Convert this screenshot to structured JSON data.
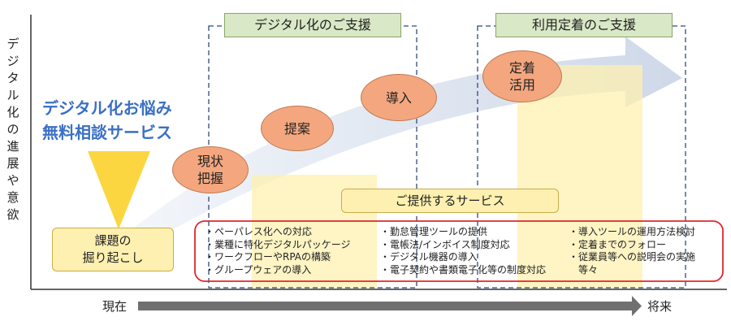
{
  "y_axis_label": [
    "デ",
    "ジ",
    "タ",
    "ル",
    "化",
    "の",
    "進",
    "展",
    "や",
    "意",
    "欲"
  ],
  "service_title": {
    "line1": "デジタル化お悩み",
    "line2": "無料相談サービス"
  },
  "sections": {
    "digital_support": "デジタル化のご支援",
    "adoption_support": "利用定着のご支援"
  },
  "stages": {
    "issue": {
      "line1": "課題の",
      "line2": "掘り起こし"
    },
    "grasp": "現状\n把握",
    "proposal": "提案",
    "introduction": "導入",
    "settle": "定着\n活用"
  },
  "services_header": "ご提供するサービス",
  "services": {
    "column1": [
      "・ペーパレス化への対応",
      "・業種に特化デジタルパッケージ",
      "・ワークフローやRPAの構築",
      "・グループウェアの導入"
    ],
    "column2": [
      "・勤怠管理ツールの提供",
      "・電帳法/インボイス制度対応",
      "・デジタル機器の導入",
      "・電子契約や書類電子化等の制度対応"
    ],
    "column3": [
      "・導入ツールの運用方法検討",
      "・定着までのフォロー",
      "・従業員等への説明会の実施",
      "　等々"
    ]
  },
  "timeline": {
    "start": "現在",
    "end": "将来"
  },
  "colors": {
    "title_blue": "#3A6FC4",
    "oval_orange": "#F4A77F",
    "header_green": "#D9E8C6",
    "highlight_yellow": "#FDF0B0",
    "funnel_yellow": "#FBD641",
    "outline_red": "#E0272A",
    "dashed_navy": "#2F4A7A",
    "arrow_gray": "#707070",
    "sweep_blue": "#D4DDEB"
  }
}
